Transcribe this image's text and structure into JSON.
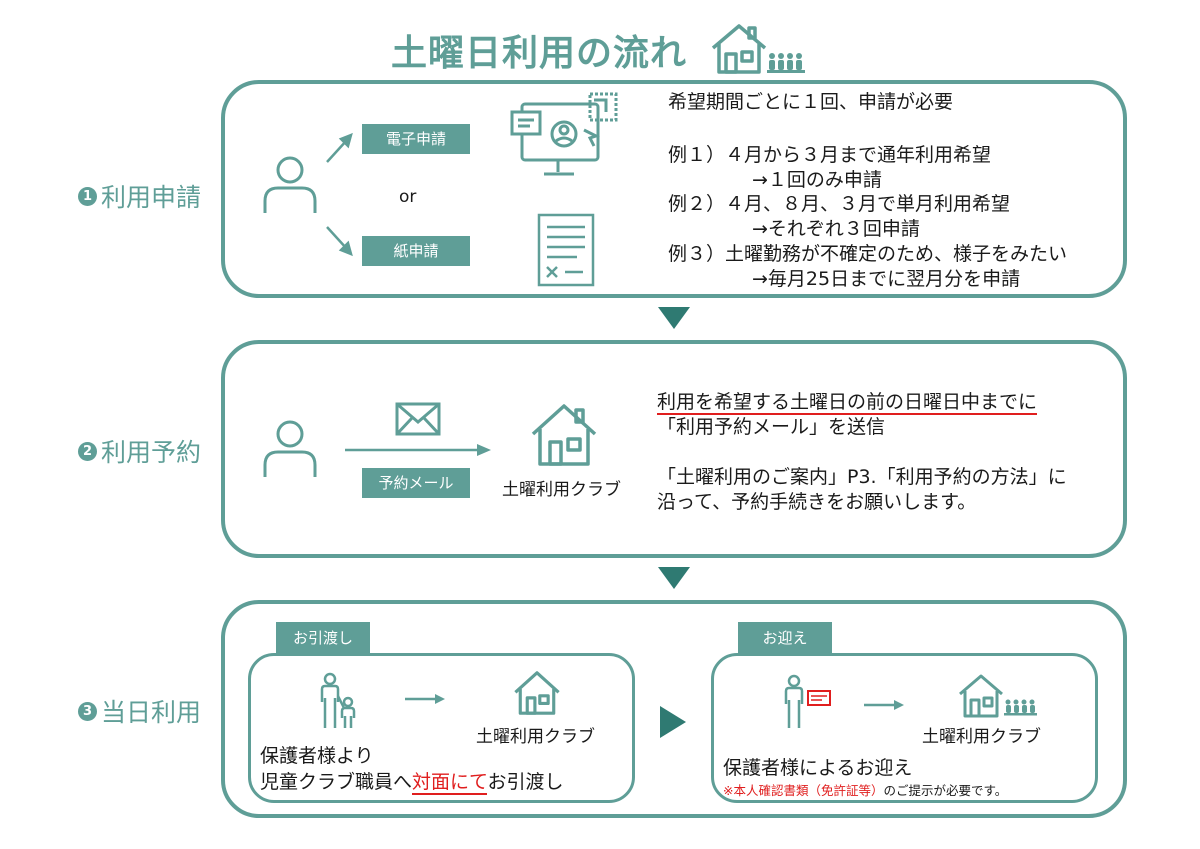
{
  "title": "土曜日利用の流れ",
  "step1": {
    "num": "1",
    "label": "利用申請",
    "electronic_tag": "電子申請",
    "or": "or",
    "paper_tag": "紙申請",
    "lines": [
      "希望期間ごとに１回、申請が必要",
      "例１）４月から３月まで通年利用希望",
      "→１回のみ申請",
      "例２）４月、８月、３月で単月利用希望",
      "→それぞれ３回申請",
      "例３）土曜勤務が不確定のため、様子をみたい",
      "→毎月25日までに翌月分を申請"
    ]
  },
  "step2": {
    "num": "2",
    "label": "利用予約",
    "mail_tag": "予約メール",
    "club_label": "土曜利用クラブ",
    "lines": [
      "利用を希望する土曜日の前の日曜日中までに",
      "「利用予約メール」を送信",
      "「土曜利用のご案内」P3.「利用予約の方法」に",
      "沿って、予約手続きをお願いします。"
    ]
  },
  "step3": {
    "num": "3",
    "label": "当日利用",
    "dropoff": {
      "tag": "お引渡し",
      "club_label": "土曜利用クラブ",
      "line1": "保護者様より",
      "line2_a": "児童クラブ職員へ",
      "line2_red": "対面にて",
      "line2_b": "お引渡し"
    },
    "pickup": {
      "tag": "お迎え",
      "club_label": "土曜利用クラブ",
      "line1": "保護者様によるお迎え",
      "note_mark": "※",
      "note_red": "本人確認書類（免許証等）",
      "note_rest": "のご提示が必要です。"
    }
  },
  "colors": {
    "accent": "#5f9e97",
    "arrow": "#2f7a72",
    "warning": "#e01e1e"
  },
  "icons": [
    "house-family-icon",
    "person-icon",
    "computer-form-icon",
    "paper-form-icon",
    "mail-icon",
    "house-icon",
    "parent-child-icon",
    "parent-id-icon"
  ]
}
